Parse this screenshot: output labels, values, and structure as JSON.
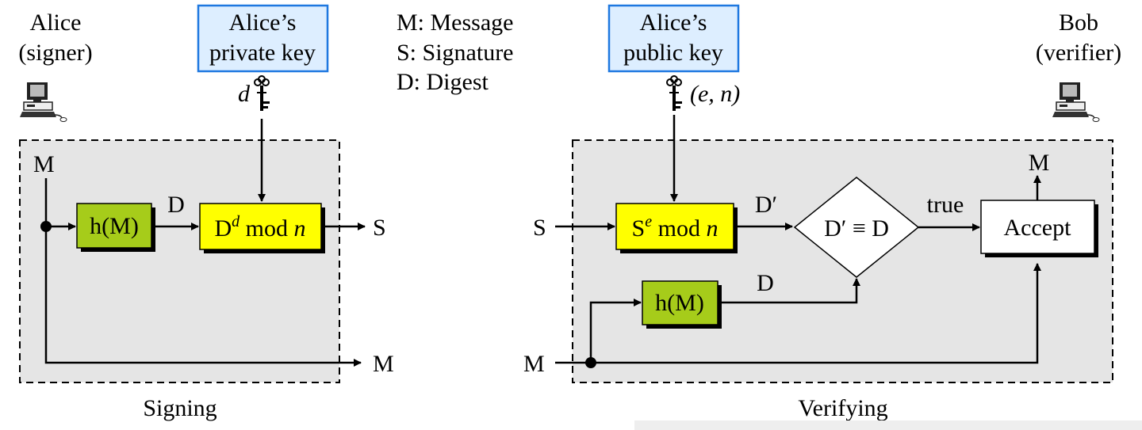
{
  "signer": {
    "name": "Alice",
    "role": "(signer)"
  },
  "verifier": {
    "name": "Bob",
    "role": "(verifier)"
  },
  "private_key": {
    "line1": "Alice’s",
    "line2": "private key",
    "symbol": "d"
  },
  "public_key": {
    "line1": "Alice’s",
    "line2": "public key",
    "symbol": "(e, n)"
  },
  "legend": [
    "M: Message",
    "S: Signature",
    "D: Digest"
  ],
  "signing": {
    "title": "Signing",
    "input": "M",
    "hash": "h(M)",
    "digest": "D",
    "sign_op": {
      "base": "D",
      "exp": "d",
      "rest": " mod ",
      "mod": "n"
    },
    "output_sig": "S",
    "output_msg": "M"
  },
  "verifying": {
    "title": "Verifying",
    "input_sig": "S",
    "input_msg": "M",
    "verify_op": {
      "base": "S",
      "exp": "e",
      "rest": " mod ",
      "mod": "n"
    },
    "digest_prime": "D′",
    "hash": "h(M)",
    "digest": "D",
    "compare": "D′ ≡ D",
    "true_label": "true",
    "accept": "Accept",
    "output_msg": "M"
  },
  "colors": {
    "box_fill": "#e5e5e5",
    "key_box": "#ddeeff",
    "key_border": "#1e78e0",
    "hash": "#a6cc1a",
    "op": "#ffff00"
  }
}
